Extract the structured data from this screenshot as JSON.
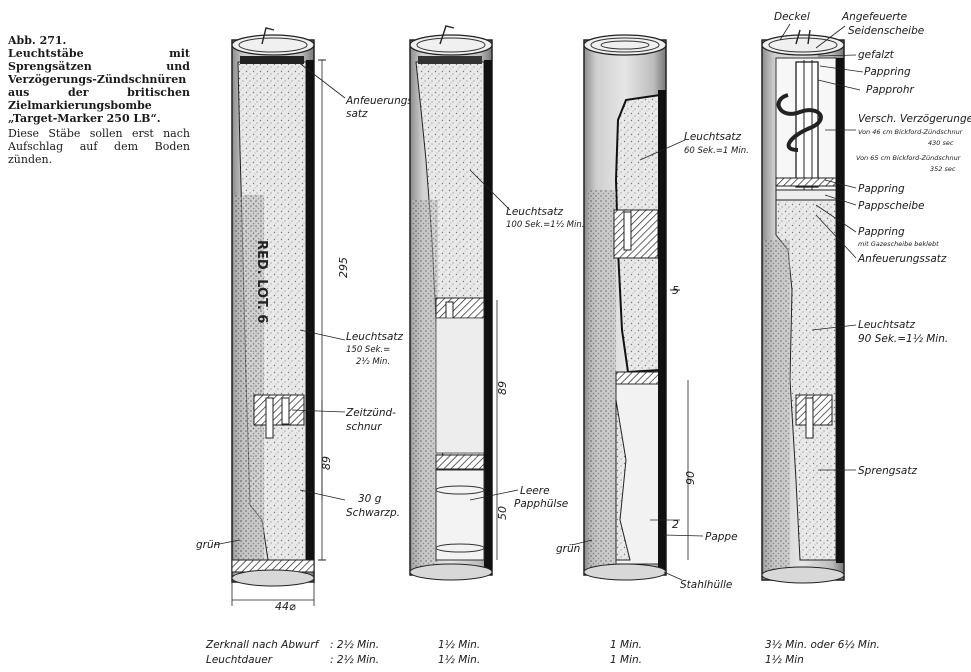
{
  "caption": {
    "ref": "Abb. 271.",
    "title": "Leuchtstäbe mit Sprengsätzen und Verzögerungs-Zündschnüren aus der britischen Zielmarkierungsbombe „Target-Marker 250 LB“.",
    "note": "Diese Stäbe sollen erst nach Aufschlag auf dem Boden zünden."
  },
  "stick1": {
    "anfeuerung": [
      "Anfeuerungs",
      "satz"
    ],
    "leuchtsatz": [
      "Leuchtsatz",
      "150 Sek.=",
      "2½ Min."
    ],
    "zeitzuend": [
      "Zeitzünd-",
      "schnur"
    ],
    "schwarz": [
      "30 g",
      "Schwarzp."
    ],
    "gruen": "grün",
    "stamp": "RED. LOT. 6",
    "dim_length": "295",
    "dim_lower": "89",
    "dim_diameter": "44⌀"
  },
  "stick2": {
    "leuchtsatz": [
      "Leuchtsatz",
      "100 Sek.=1½ Min."
    ],
    "leere": [
      "Leere",
      "Papphülse"
    ],
    "dim_mid": "89",
    "dim_low": "50"
  },
  "stick3": {
    "leuchtsatz": [
      "Leuchtsatz",
      "60 Sek.=1 Min."
    ],
    "dim_wall": "5",
    "dim_lower": "90",
    "dim_2": "2",
    "pappe": "Pappe",
    "stahl": "Stahlhülle",
    "gruen": "grün"
  },
  "stick4": {
    "deckel": "Deckel",
    "angefeuert": [
      "Angefeuerte",
      "Seidenscheibe"
    ],
    "gefalzt": "gefalzt",
    "pappring": "Pappring",
    "papprohr": "Papprohr",
    "verz": "Versch. Verzögerungen",
    "verz_a": [
      "Von 46 cm Bickford-Zündschnur",
      "430 sec"
    ],
    "verz_b": [
      "Von 65 cm Bickford-Zündschnur",
      "352 sec"
    ],
    "pappring2": "Pappring",
    "pappscheibe": "Pappscheibe",
    "pappring3": "Pappring",
    "gaze": "mit Gazescheibe beklebt",
    "anfeuerung": "Anfeuerungssatz",
    "leuchtsatz": [
      "Leuchtsatz",
      "90 Sek.=1½ Min."
    ],
    "spreng": "Sprengsatz"
  },
  "bottom": {
    "row1_label": "Zerknall nach Abwurf",
    "row1": [
      ": 2½ Min.",
      "1½ Min.",
      "1 Min.",
      "3½ Min. oder 6½ Min."
    ],
    "row2_label": "Leuchtdauer",
    "row2": [
      ": 2½ Min.",
      "1½ Min.",
      "1 Min.",
      "1½ Min"
    ]
  }
}
